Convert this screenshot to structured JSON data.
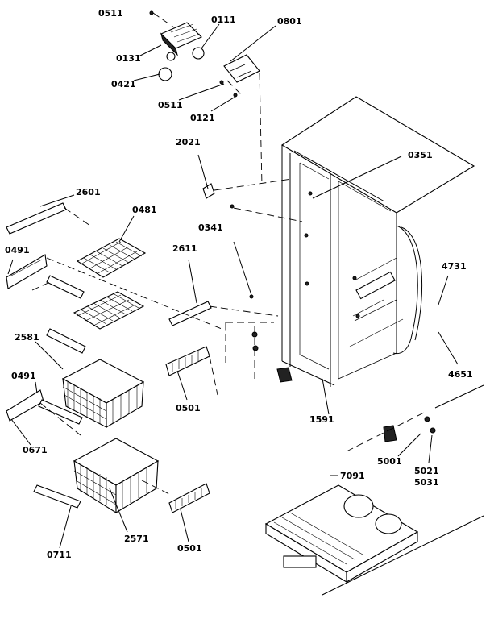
{
  "diagram": {
    "labels": [
      {
        "id": "0511-top",
        "text": "0511"
      },
      {
        "id": "0111",
        "text": "0111"
      },
      {
        "id": "0801",
        "text": "0801"
      },
      {
        "id": "0131",
        "text": "0131"
      },
      {
        "id": "0421",
        "text": "0421"
      },
      {
        "id": "0511-mid",
        "text": "0511"
      },
      {
        "id": "0121",
        "text": "0121"
      },
      {
        "id": "2021",
        "text": "2021"
      },
      {
        "id": "0351",
        "text": "0351"
      },
      {
        "id": "2601",
        "text": "2601"
      },
      {
        "id": "0481",
        "text": "0481"
      },
      {
        "id": "0341",
        "text": "0341"
      },
      {
        "id": "0491-a",
        "text": "0491"
      },
      {
        "id": "2611",
        "text": "2611"
      },
      {
        "id": "4731",
        "text": "4731"
      },
      {
        "id": "2581",
        "text": "2581"
      },
      {
        "id": "0491-b",
        "text": "0491"
      },
      {
        "id": "0501-a",
        "text": "0501"
      },
      {
        "id": "4651",
        "text": "4651"
      },
      {
        "id": "1591",
        "text": "1591"
      },
      {
        "id": "0671",
        "text": "0671"
      },
      {
        "id": "5001",
        "text": "5001"
      },
      {
        "id": "5021",
        "text": "5021"
      },
      {
        "id": "5031",
        "text": "5031"
      },
      {
        "id": "7091",
        "text": "7091"
      },
      {
        "id": "0711",
        "text": "0711"
      },
      {
        "id": "2571",
        "text": "2571"
      },
      {
        "id": "0501-b",
        "text": "0501"
      }
    ]
  }
}
